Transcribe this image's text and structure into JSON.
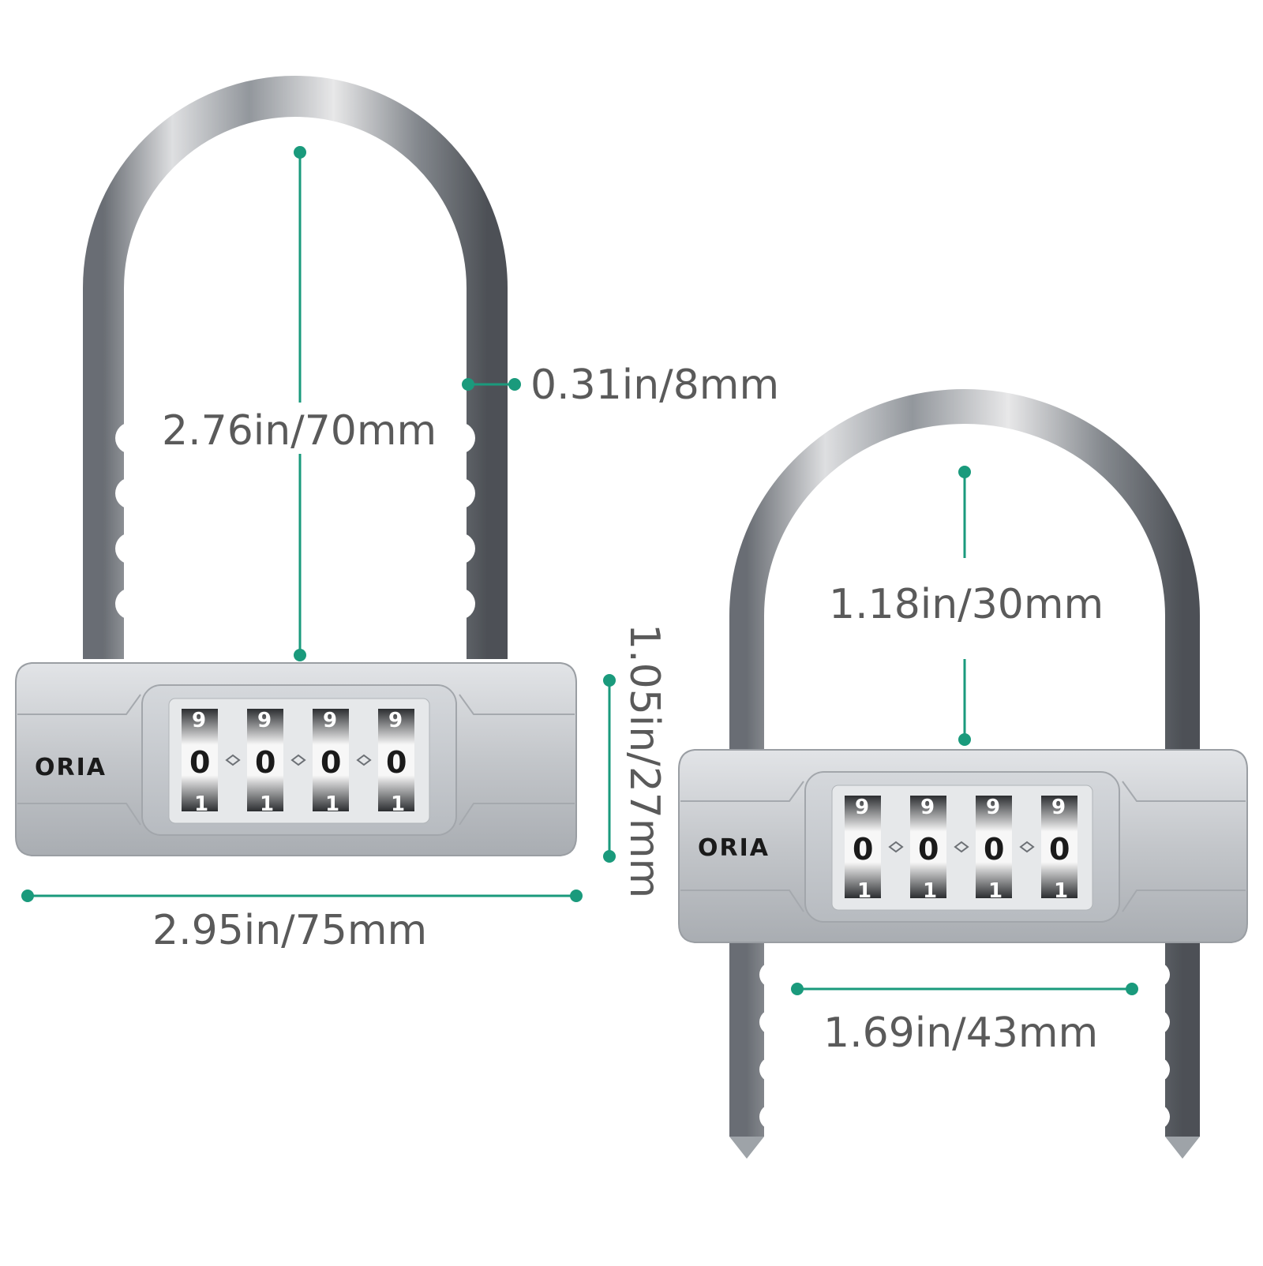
{
  "brand": "ORIA",
  "dial_digits": {
    "top": "9",
    "middle": "0",
    "bottom": "1"
  },
  "measurements": {
    "shackle_height_long": "2.76in/70mm",
    "shackle_diameter": "0.31in/8mm",
    "body_height": "1.05in/27mm",
    "body_width": "2.95in/75mm",
    "shackle_height_short": "1.18in/30mm",
    "shackle_inner_width": "1.69in/43mm"
  },
  "colors": {
    "dimension_line": "#1a9a7c",
    "label_text": "#5a5a5a",
    "body_silver": "#c4c7cb",
    "shackle_steel": "#b8bcc0"
  }
}
